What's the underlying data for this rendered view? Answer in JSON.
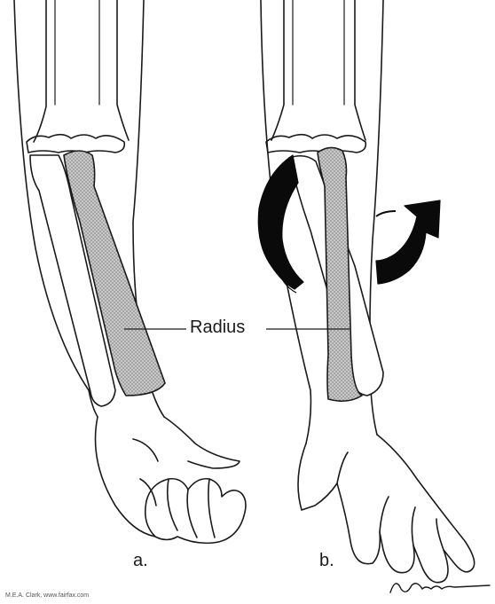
{
  "figure": {
    "callout_label": "Radius",
    "panel_a_label": "a.",
    "panel_b_label": "b.",
    "credit_text": "M.E.A. Clark, www.fairfax.com"
  },
  "colors": {
    "ink": "#1a1a1a",
    "bone_fill": "#bdbdbd",
    "arrow_fill": "#0a0a0a",
    "background": "#ffffff"
  }
}
